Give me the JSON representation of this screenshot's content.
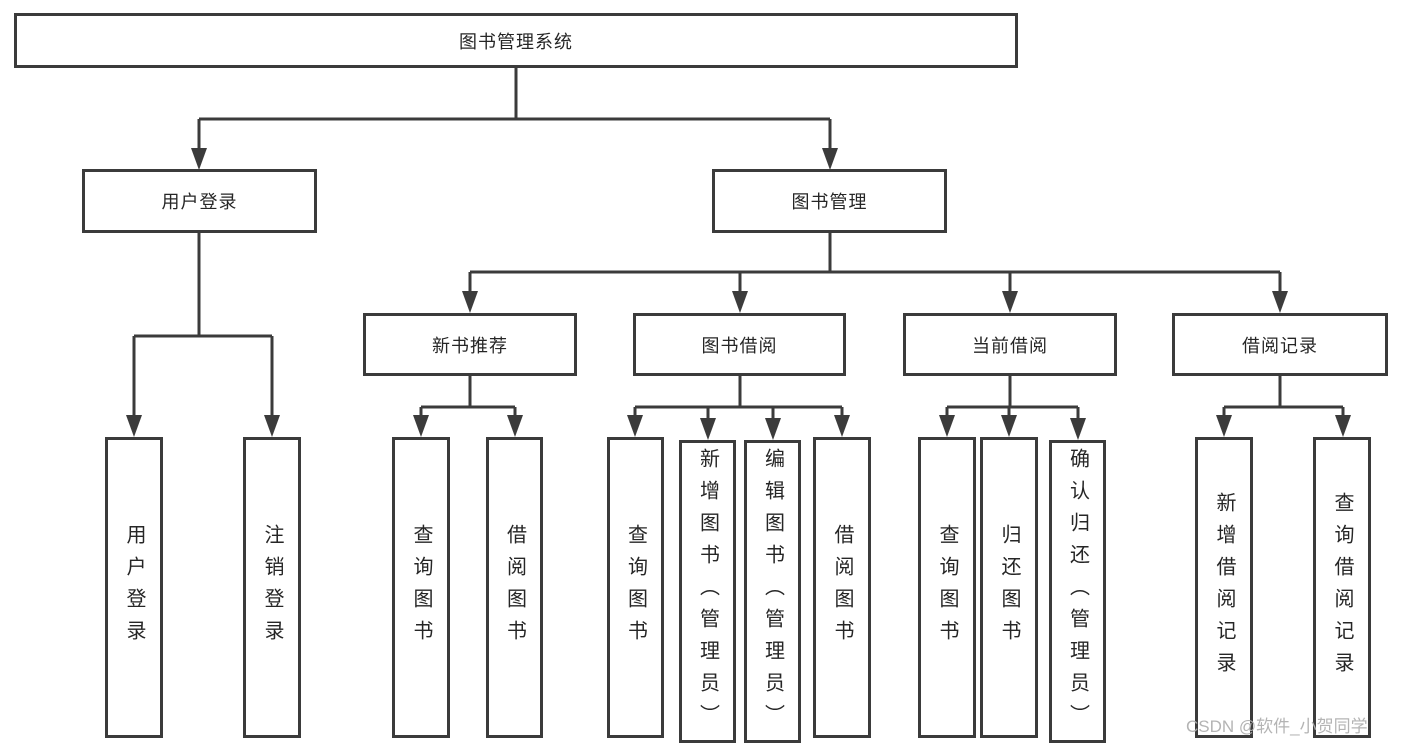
{
  "diagram": {
    "root": {
      "label": "图书管理系统"
    },
    "branches": [
      {
        "label": "用户登录",
        "leaves": [
          "用户登录",
          "注销登录"
        ]
      },
      {
        "label": "图书管理",
        "groups": [
          {
            "label": "新书推荐",
            "leaves": [
              "查询图书",
              "借阅图书"
            ]
          },
          {
            "label": "图书借阅",
            "leaves": [
              "查询图书",
              "新增图书（管理员）",
              "编辑图书（管理员）",
              "借阅图书"
            ]
          },
          {
            "label": "当前借阅",
            "leaves": [
              "查询图书",
              "归还图书",
              "确认归还（管理员）"
            ]
          },
          {
            "label": "借阅记录",
            "leaves": [
              "新增借阅记录",
              "查询借阅记录"
            ]
          }
        ]
      }
    ]
  },
  "watermark": {
    "text": "CSDN @软件_小贺同学"
  },
  "colors": {
    "bg": "#ffffff",
    "border": "#3b3b3b",
    "line": "#3b3b3b",
    "text": "#262626",
    "watermark": "#b0b0b0"
  }
}
